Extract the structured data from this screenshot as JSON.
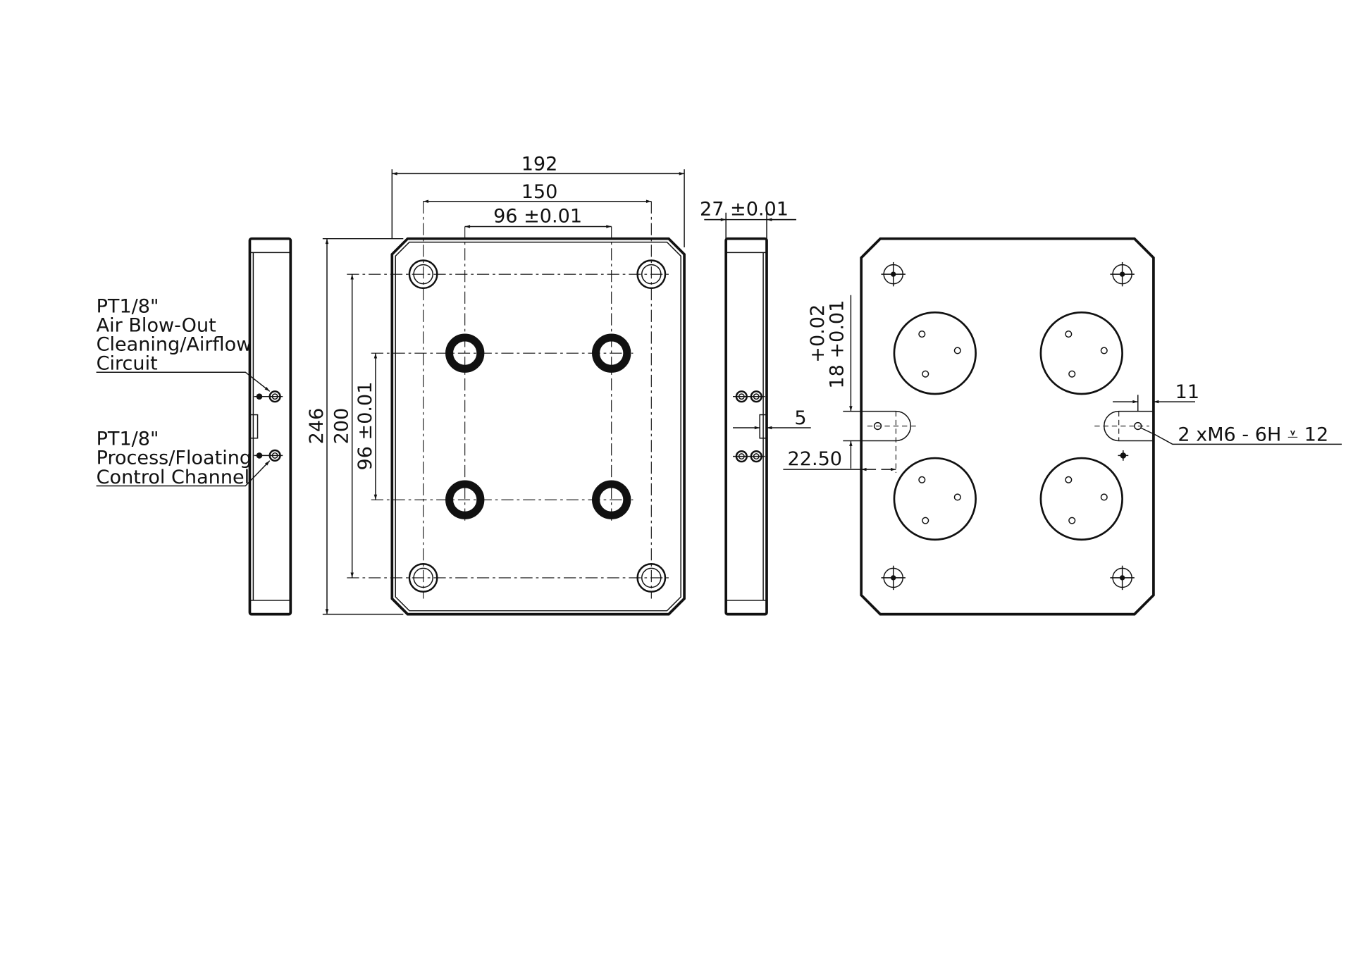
{
  "drawing": {
    "left_view": {
      "callout_1": [
        "PT1/8\"",
        "Air Blow-Out",
        "Cleaning/Airflow",
        "Circuit"
      ],
      "callout_2": [
        "PT1/8\"",
        "Process/Floating",
        "Control Channel"
      ]
    },
    "front_view": {
      "dim_overall_width": "192",
      "dim_hole_width": "150",
      "dim_inner_width": "96 ±0.01",
      "dim_overall_height": "246",
      "dim_hole_height": "200",
      "dim_inner_height": "96 ±0.01"
    },
    "side_view": {
      "dim_thickness": "27 ±0.01",
      "dim_slot": "5"
    },
    "back_view": {
      "dim_slot_width_upper": "+0.02",
      "dim_slot_width": "18 +0.01",
      "dim_slot_depth": "22.50",
      "dim_hole_offset": "11",
      "thread_callout": "2 xM6 - 6H ⩡ 12"
    }
  }
}
